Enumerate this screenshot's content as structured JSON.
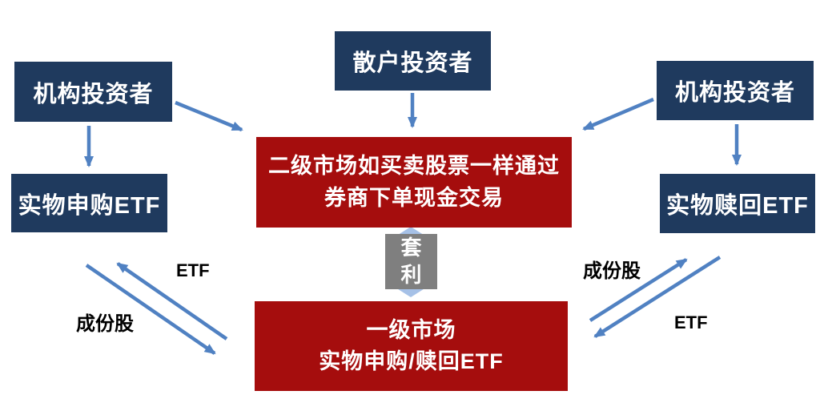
{
  "diagram": {
    "title_hint": "ETF primary/secondary market creation-redemption flow",
    "boxes": {
      "institutional_left": {
        "label": "机构投资者"
      },
      "retail": {
        "label": "散户投资者"
      },
      "institutional_right": {
        "label": "机构投资者"
      },
      "physical_creation": {
        "label": "实物申购ETF"
      },
      "physical_redemption": {
        "label": "实物赎回ETF"
      },
      "secondary_market": {
        "label": "二级市场如买卖股票一样通过\n券商下单现金交易"
      },
      "primary_market": {
        "label": "一级市场\n实物申购/赎回ETF"
      },
      "arbitrage": {
        "label": "套\n利"
      }
    },
    "edge_labels": {
      "etf_left": "ETF",
      "constituent_left": "成份股",
      "constituent_right": "成份股",
      "etf_right": "ETF"
    },
    "colors": {
      "navy": "#1f3a5e",
      "dark_red": "#a50d0d",
      "gray": "#7f7f7f",
      "arrow_blue": "#5081c2",
      "double_arrow_blue": "#a6c1e7",
      "label_black": "#000000"
    }
  }
}
